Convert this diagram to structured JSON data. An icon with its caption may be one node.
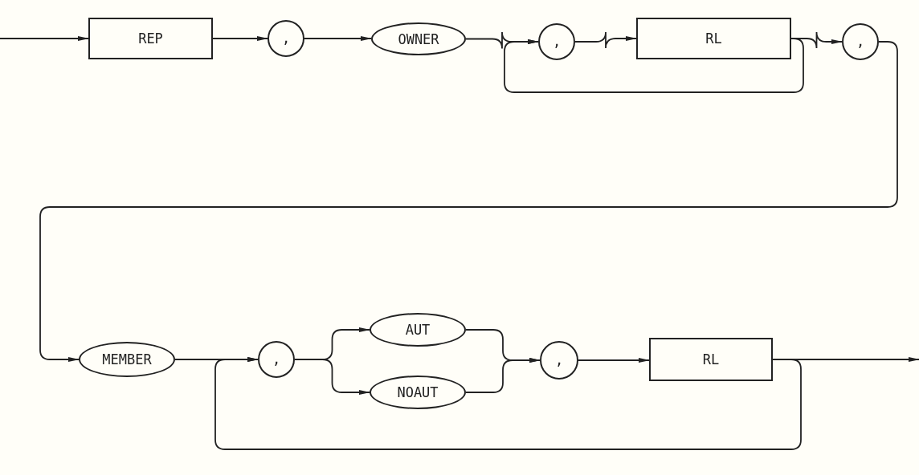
{
  "diagram": {
    "nodes": [
      {
        "text": [
          "REP"
        ]
      },
      {
        "text": [
          ","
        ]
      },
      {
        "text": [
          "OWNER"
        ]
      },
      {
        "text": [
          ","
        ]
      },
      {
        "text": [
          "RL"
        ]
      },
      {
        "text": [
          ","
        ]
      },
      {
        "text": [
          "MEMBER"
        ]
      },
      {
        "text": [
          ","
        ]
      },
      {
        "text": [
          "AUT"
        ]
      },
      {
        "text": [
          "NOAUT"
        ]
      },
      {
        "text": [
          ","
        ]
      },
      {
        "text": [
          "RL"
        ]
      }
    ],
    "edges": [
      {
        "from": null,
        "to": 0,
        "arrow": "to"
      },
      {
        "from": 0,
        "to": 1,
        "arrow": "to"
      },
      {
        "from": 1,
        "to": 2,
        "arrow": "to"
      },
      {
        "from": 2,
        "to": 3,
        "arrow": "to"
      },
      {
        "from": 3,
        "to": 4,
        "arrow": "to"
      },
      {
        "from": 4,
        "to": 5,
        "arrow": "to"
      },
      {
        "from": 4,
        "to": 3,
        "arrow": "to"
      },
      {
        "from": 5,
        "to": 6,
        "arrow": "to"
      },
      {
        "from": 6,
        "to": 7,
        "arrow": "to"
      },
      {
        "from": 7,
        "to": 8,
        "arrow": "to"
      },
      {
        "from": 7,
        "to": 9,
        "arrow": "to"
      },
      {
        "from": 8,
        "to": 10,
        "arrow": "to"
      },
      {
        "from": 9,
        "to": 10,
        "arrow": "to"
      },
      {
        "from": 10,
        "to": 11,
        "arrow": "to"
      },
      {
        "from": 11,
        "to": null,
        "arrow": "to"
      },
      {
        "from": 11,
        "to": 7,
        "arrow": "to"
      }
    ]
  }
}
